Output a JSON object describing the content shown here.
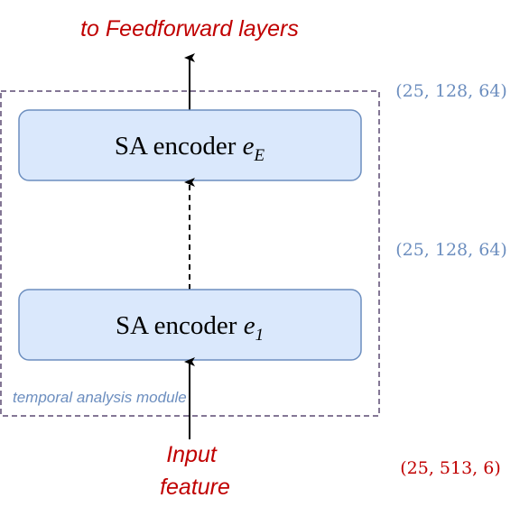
{
  "output_label": "to Feedforward layers",
  "input_label_line1": "Input",
  "input_label_line2": "feature",
  "module_label": "temporal analysis module",
  "encoder_top": {
    "text": "SA encoder ",
    "var": "e",
    "sub": "E"
  },
  "encoder_bottom": {
    "text": "SA encoder ",
    "var": "e",
    "sub": "1"
  },
  "shape_top": "(25, 128, 64)",
  "shape_middle": "(25, 128, 64)",
  "shape_input": "(25, 513, 6)",
  "colors": {
    "box_fill": "#dae8fc",
    "box_stroke": "#6c8ebf",
    "module_border": "#5c4a72",
    "accent_red": "#c00000",
    "accent_blue": "#6c8ebf"
  }
}
